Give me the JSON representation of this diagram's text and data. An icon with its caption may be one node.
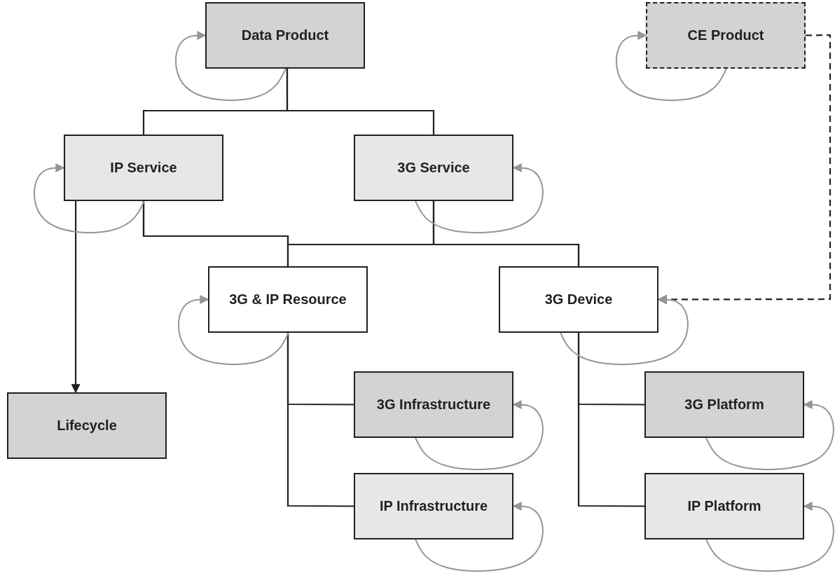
{
  "diagram": {
    "nodes": [
      {
        "text": [
          "Data Product"
        ]
      },
      {
        "text": [
          "CE Product"
        ]
      },
      {
        "text": [
          "IP Service"
        ]
      },
      {
        "text": [
          "3G Service"
        ]
      },
      {
        "text": [
          "3G & IP Resource"
        ]
      },
      {
        "text": [
          "3G Device"
        ]
      },
      {
        "text": [
          "Lifecycle"
        ]
      },
      {
        "text": [
          "3G Infrastructure"
        ]
      },
      {
        "text": [
          "IP Infrastructure"
        ]
      },
      {
        "text": [
          "3G Platform"
        ]
      },
      {
        "text": [
          "IP Platform"
        ]
      }
    ],
    "edges": [
      {
        "from": 0,
        "to": 2,
        "arrow": "none"
      },
      {
        "from": 0,
        "to": 3,
        "arrow": "none"
      },
      {
        "from": 2,
        "to": 4,
        "arrow": "none"
      },
      {
        "from": 2,
        "to": 5,
        "arrow": "none"
      },
      {
        "from": 3,
        "to": 4,
        "arrow": "none"
      },
      {
        "from": 3,
        "to": 5,
        "arrow": "none"
      },
      {
        "from": 4,
        "to": 7,
        "arrow": "none"
      },
      {
        "from": 4,
        "to": 8,
        "arrow": "none"
      },
      {
        "from": 5,
        "to": 9,
        "arrow": "none"
      },
      {
        "from": 5,
        "to": 10,
        "arrow": "none"
      },
      {
        "from": 2,
        "to": 6,
        "arrow": "to"
      },
      {
        "from": 1,
        "to": 5,
        "arrow": "to",
        "style": "dashed"
      },
      {
        "from": 0,
        "to": 0,
        "arrow": "to",
        "color": "#939598"
      },
      {
        "from": 1,
        "to": 1,
        "arrow": "to",
        "color": "#939598"
      },
      {
        "from": 2,
        "to": 2,
        "arrow": "to",
        "color": "#939598"
      },
      {
        "from": 3,
        "to": 3,
        "arrow": "to",
        "color": "#939598"
      },
      {
        "from": 4,
        "to": 4,
        "arrow": "to",
        "color": "#939598"
      },
      {
        "from": 5,
        "to": 5,
        "arrow": "to",
        "color": "#939598"
      },
      {
        "from": 7,
        "to": 7,
        "arrow": "to",
        "color": "#939598"
      },
      {
        "from": 8,
        "to": 8,
        "arrow": "to",
        "color": "#939598"
      },
      {
        "from": 9,
        "to": 9,
        "arrow": "to",
        "color": "#939598"
      },
      {
        "from": 10,
        "to": 10,
        "arrow": "to",
        "color": "#939598"
      }
    ]
  }
}
